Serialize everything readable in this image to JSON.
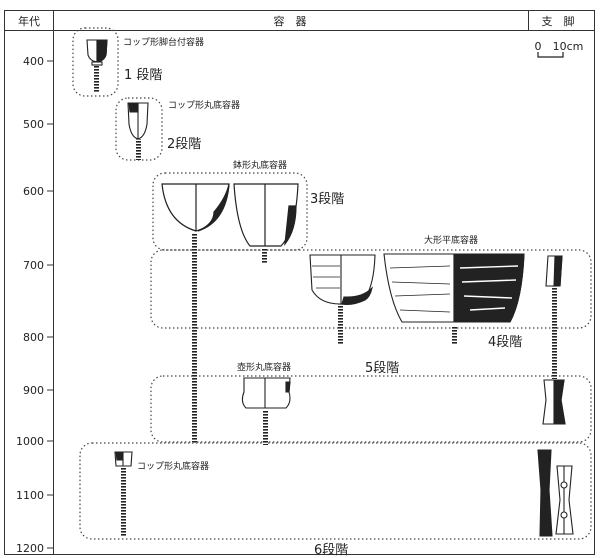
{
  "header": {
    "era_label": "年代",
    "vessel_label": "容　器",
    "support_label": "支　脚"
  },
  "year_axis": [
    "400",
    "500",
    "600",
    "700",
    "800",
    "900",
    "1000",
    "1100",
    "1200"
  ],
  "scale_bar": {
    "start": "0",
    "end": "10cm"
  },
  "vessel_types": {
    "cup_footed": "コップ形脚台付容器",
    "cup_round_1": "コップ形丸底容器",
    "bowl_round": "鉢形丸底容器",
    "large_flat": "大形平底容器",
    "jar_round": "壺形丸底容器",
    "cup_round_2": "コップ形丸底容器"
  },
  "stages": {
    "s1": "1 段階",
    "s2": "2段階",
    "s3": "3段階",
    "s4": "4段階",
    "s5": "5段階",
    "s6": "6段階"
  }
}
